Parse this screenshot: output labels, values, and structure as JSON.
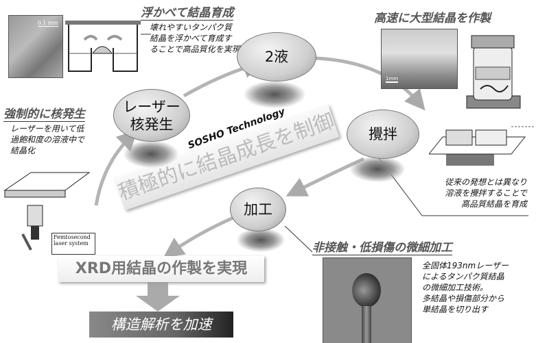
{
  "nodes": {
    "laser": "レーザー\n核発生",
    "two_liquid": "2液",
    "stirring": "攪拌",
    "processing": "加工"
  },
  "sections": {
    "float": {
      "title": "浮かべて結晶育成",
      "desc": "壊れやすいタンパク質\n結晶を浮かべて育成す\nることで高品質化を実現",
      "scale": "0.1 mm"
    },
    "fast": {
      "title": "高速に大型結晶を作製",
      "scale": "1mm"
    },
    "nucleation": {
      "title": "強制的に核発生",
      "desc": "レーザーを用いて低\n過飽和度の溶液中で\n結晶化",
      "laser_label": "Femtosecond\nlaser system"
    },
    "stir": {
      "desc": "従来の発想とは異なり\n溶液を攪拌することで\n高品質結晶を育成"
    },
    "micro": {
      "title": "非接触・低損傷の微細加工",
      "desc": "全固体193nmレーザー\nによるタンパク質結晶\nの微細加工技術。\n多結晶や損傷部分から\n単結晶を切り出す"
    }
  },
  "brand": "SOSHO Technology",
  "banner": "積極的に結晶成長を制御",
  "result": "XRD用結晶の作製を実現",
  "final": "構造解析を加速"
}
